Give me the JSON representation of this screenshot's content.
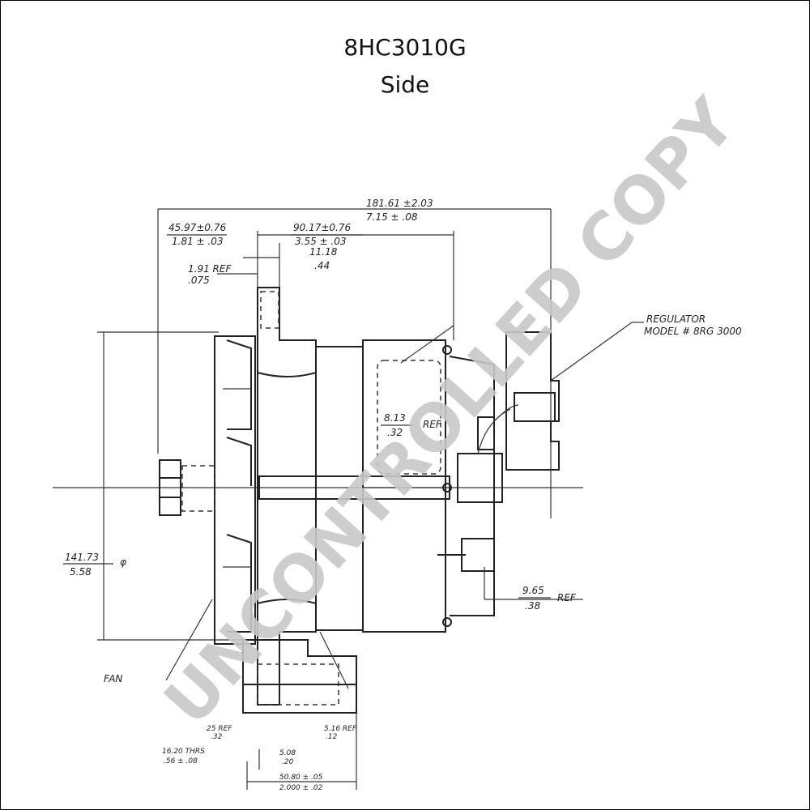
{
  "title": "8HC3010G",
  "subtitle": "Side",
  "watermark": "UNCONTROLLED COPY",
  "dimensions": {
    "overall_mm": "181.61 ±2.03",
    "overall_in": "7.15 ± .08",
    "front_mm": "45.97±0.76",
    "front_in": "1.81 ± .03",
    "pulley_mm": "90.17±0.76",
    "pulley_in": "3.55 ± .03",
    "small_mm": "11.18",
    "small_in": ".44",
    "ref1_mm": "1.91 REF",
    "ref1_in": ".075",
    "height_mm": "141.73",
    "height_in": "5.58",
    "height_sym": "φ",
    "ref2_mm": "8.13",
    "ref2_in": ".32",
    "ref2_tag": "REF",
    "term_mm": "9.65",
    "term_in": ".38",
    "term_tag": "REF",
    "mount_a_mm": "25 REF",
    "mount_a_in": ".32",
    "mount_b_mm": "5.16 REF",
    "mount_b_in": ".12",
    "slot_mm": "16.20 THRS",
    "slot_in": ".56 ± .08",
    "bolt_mm": "5.08",
    "bolt_in": ".20",
    "foot_mm": "50.80 ± .05",
    "foot_in": "2.000 ± .02"
  },
  "labels": {
    "regulator_1": "REGULATOR",
    "regulator_2": "MODEL # 8RG 3000",
    "fan": "FAN"
  }
}
